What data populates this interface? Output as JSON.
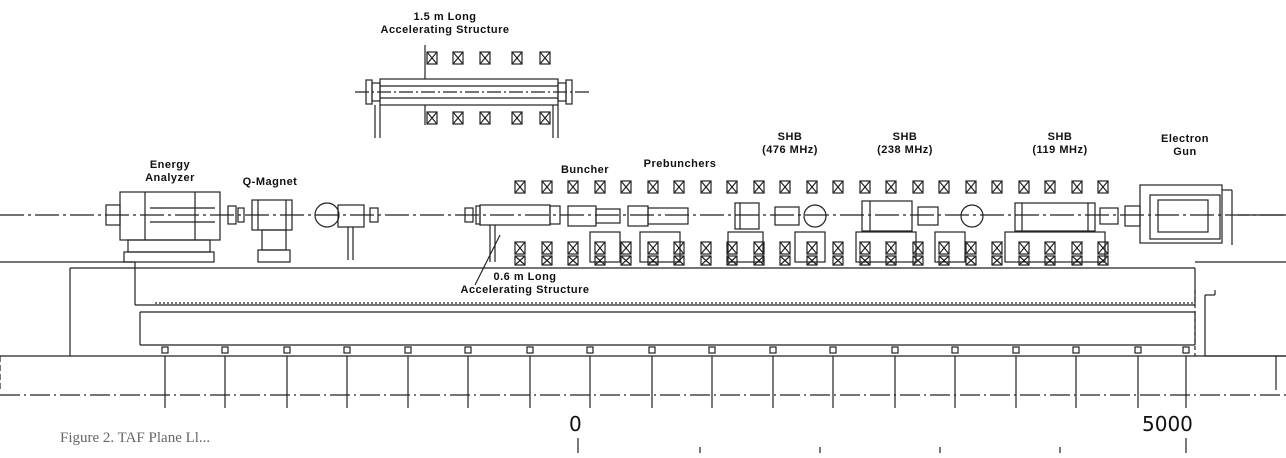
{
  "labels": {
    "accel_long": [
      "1.5 m Long",
      "Accelerating Structure"
    ],
    "energy_analyzer": [
      "Energy",
      "Analyzer"
    ],
    "q_magnet": "Q-Magnet",
    "buncher": "Buncher",
    "prebunchers": "Prebunchers",
    "shb_476": [
      "SHB",
      "(476 MHz)"
    ],
    "shb_238": [
      "SHB",
      "(238 MHz)"
    ],
    "shb_119": [
      "SHB",
      "(119 MHz)"
    ],
    "electron_gun": [
      "Electron",
      "Gun"
    ],
    "accel_short": [
      "0.6 m Long",
      "Accelerating Structure"
    ]
  },
  "scale": {
    "start": "0",
    "end": "5000"
  },
  "caption": "Figure 2.  TAF Plane Ll..."
}
